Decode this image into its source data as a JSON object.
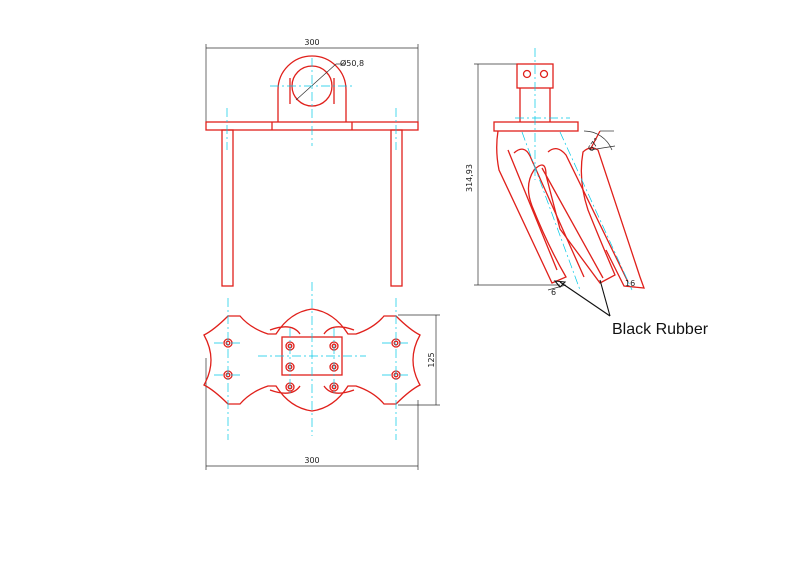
{
  "front_view": {
    "width_dim": "300",
    "diameter_dim": "Ø50,8"
  },
  "side_view": {
    "height_dim": "314,93",
    "angle_dim": "67°",
    "small_dim_left": "6",
    "small_dim_right": "16"
  },
  "top_view": {
    "width_dim": "300",
    "height_dim": "125"
  },
  "callout": {
    "label": "Black Rubber"
  },
  "colors": {
    "outline": "#e0201b",
    "centerline": "#00c8e6",
    "dimension": "#303030"
  }
}
